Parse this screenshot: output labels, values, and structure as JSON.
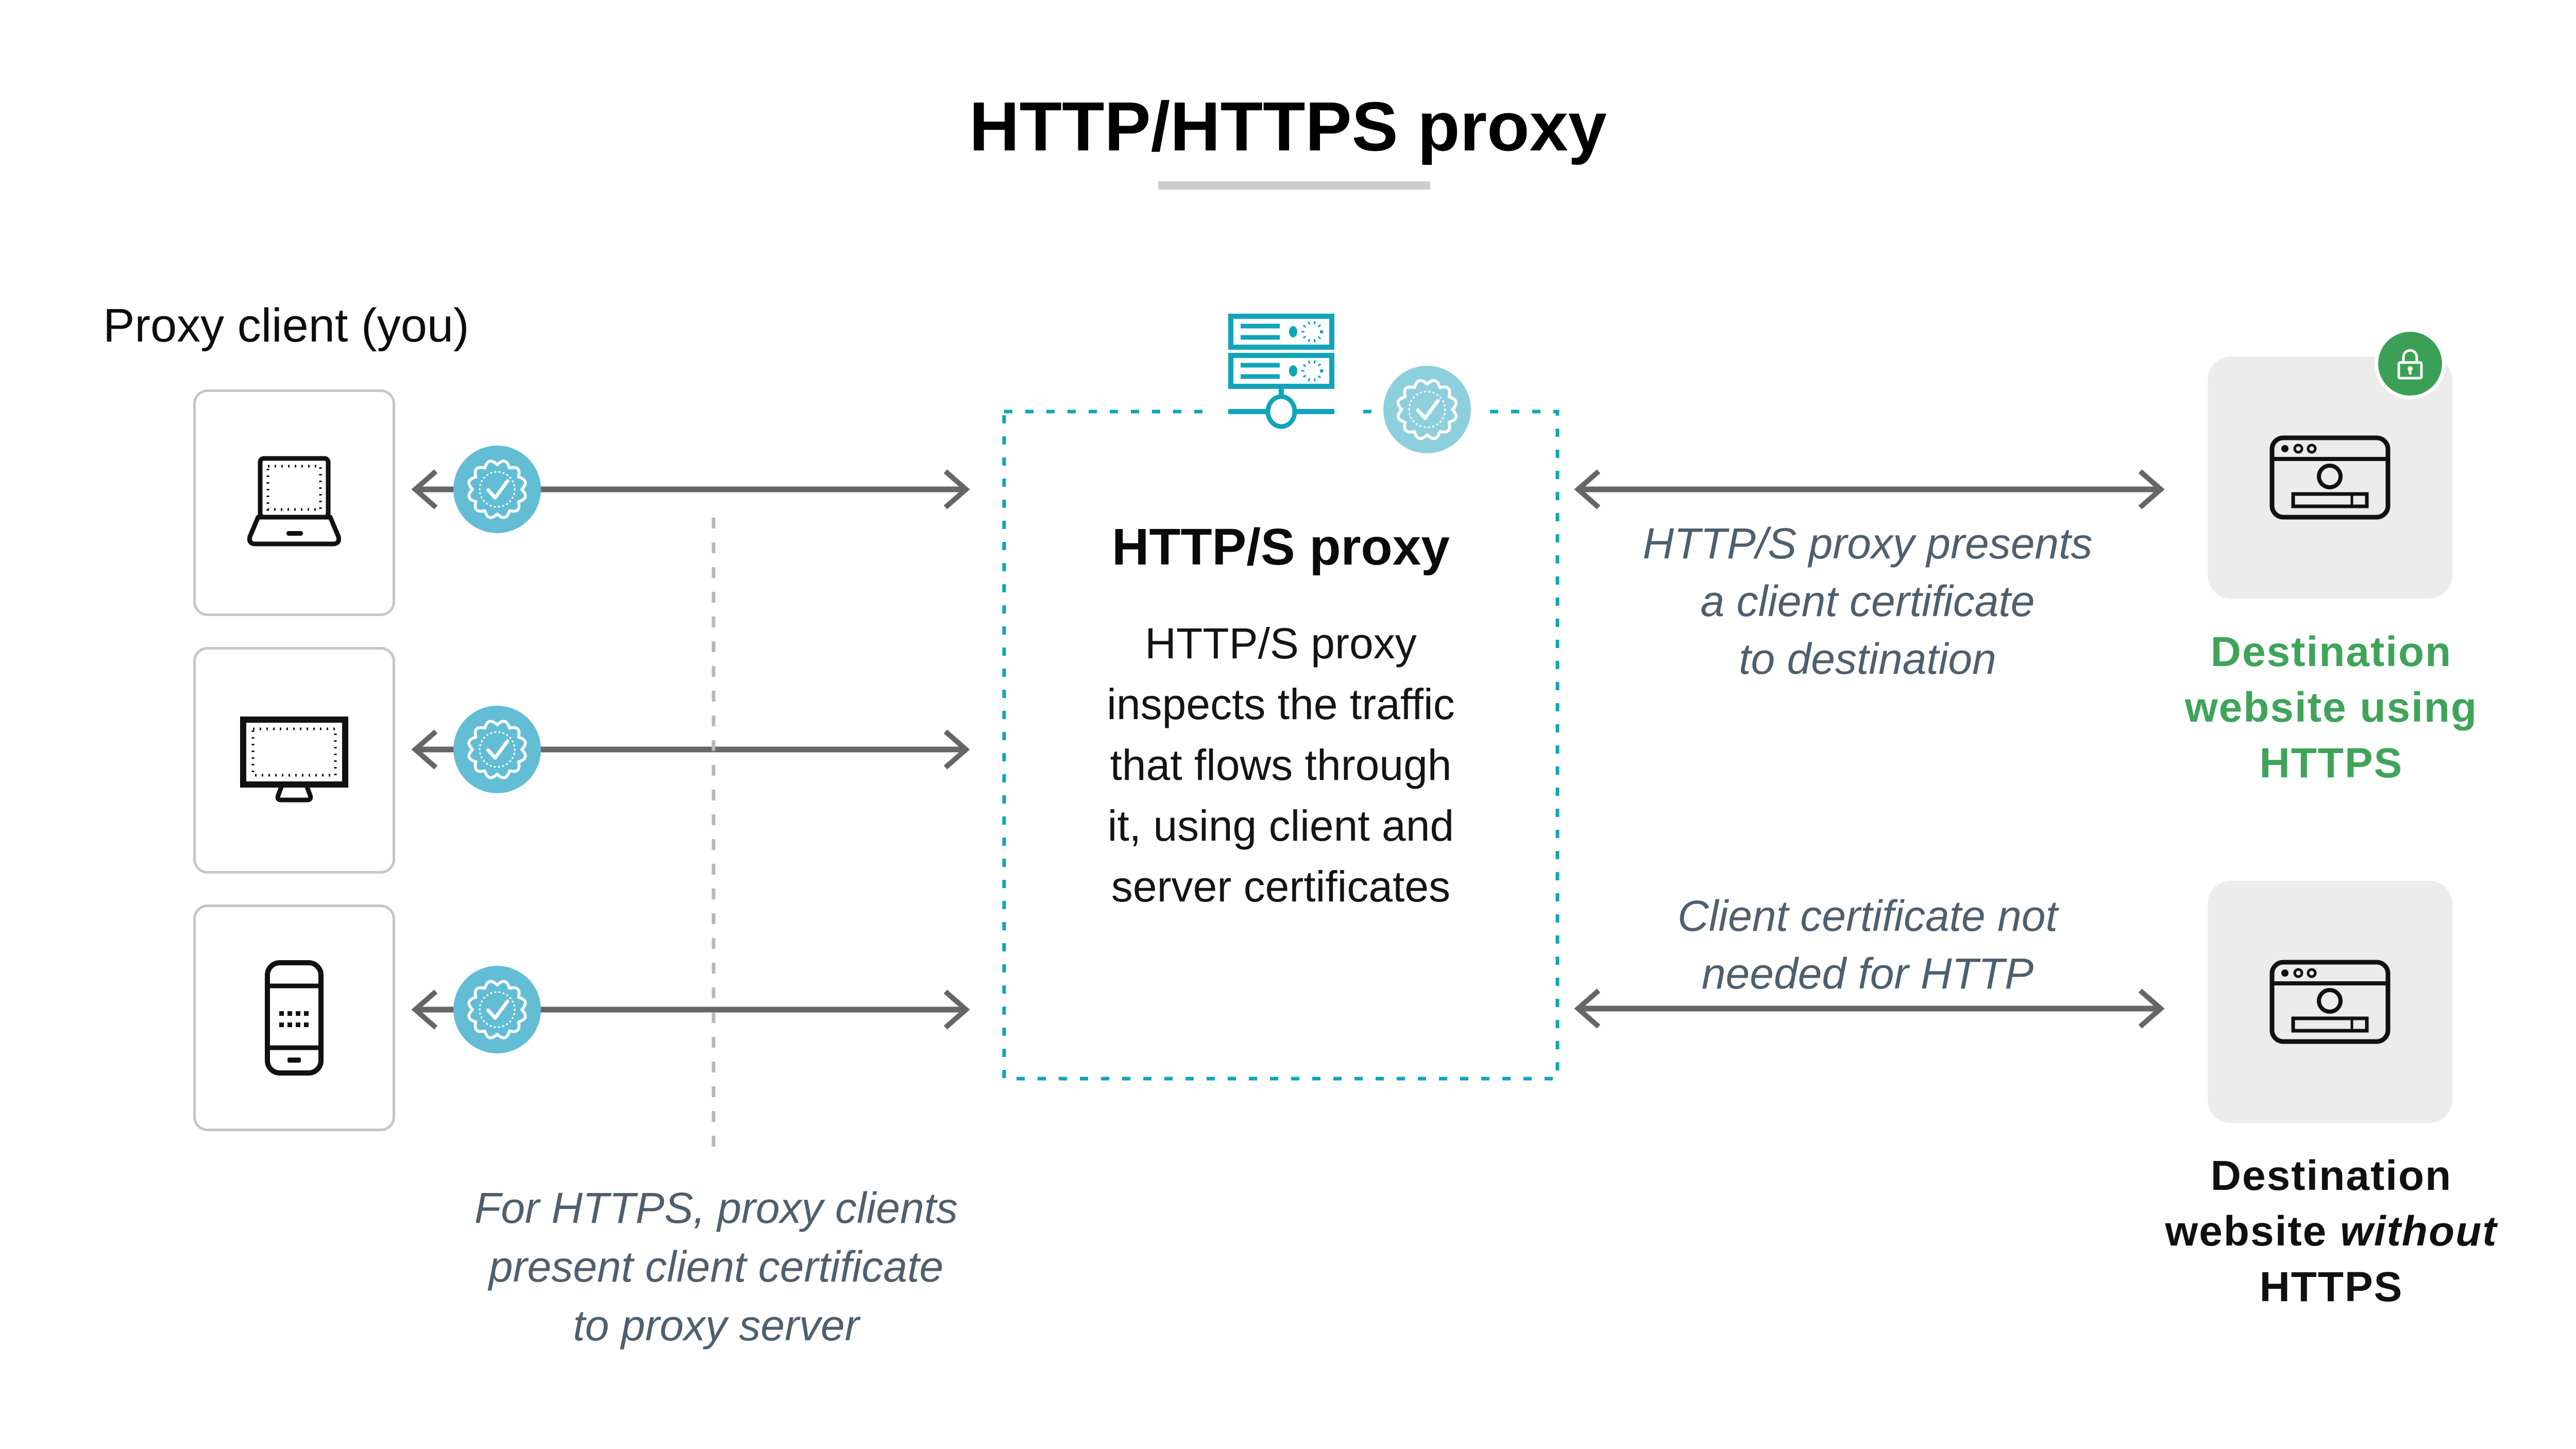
{
  "title": "HTTP/HTTPS proxy",
  "client": {
    "label": "Proxy client (you)",
    "devices": [
      {
        "icon": "laptop-icon"
      },
      {
        "icon": "desktop-monitor-icon"
      },
      {
        "icon": "smartphone-icon"
      }
    ]
  },
  "proxy": {
    "heading": "HTTP/S proxy",
    "body_lines": [
      "HTTP/S proxy",
      "inspects the traffic",
      "that flows through",
      "it, using client and",
      "server certificates"
    ]
  },
  "annotations": {
    "client_cert_to_proxy": {
      "lines": [
        "For HTTPS, proxy clients",
        "present client certificate",
        "to proxy server"
      ]
    },
    "proxy_presents_cert": {
      "lines": [
        "HTTP/S proxy presents",
        "a client certificate",
        "to destination"
      ]
    },
    "no_cert_for_http": {
      "lines": [
        "Client certificate not",
        "needed for HTTP"
      ]
    }
  },
  "destinations": {
    "https": {
      "line1": "Destination",
      "line2": "website using",
      "line3": "HTTPS"
    },
    "http": {
      "line1": "Destination",
      "line2_regular": "website",
      "line2_italic": "without",
      "line3": "HTTPS"
    }
  },
  "icons": {
    "server": "proxy-server-icon",
    "certificate": "certificate-check-badge-icon",
    "lock": "https-lock-icon",
    "browser": "website-browser-icon"
  },
  "colors": {
    "teal": "#12a4b9",
    "client_badge_teal": "#62bdd5",
    "proxy_badge_teal": "#8ecfdd",
    "https_green": "#3aa055",
    "green_text": "#3fa45a",
    "annotation_slate": "#4e5f6d",
    "arrow_gray": "#666666",
    "box_border_gray": "#c6c6c6",
    "dest_box_gray": "#ececec"
  }
}
